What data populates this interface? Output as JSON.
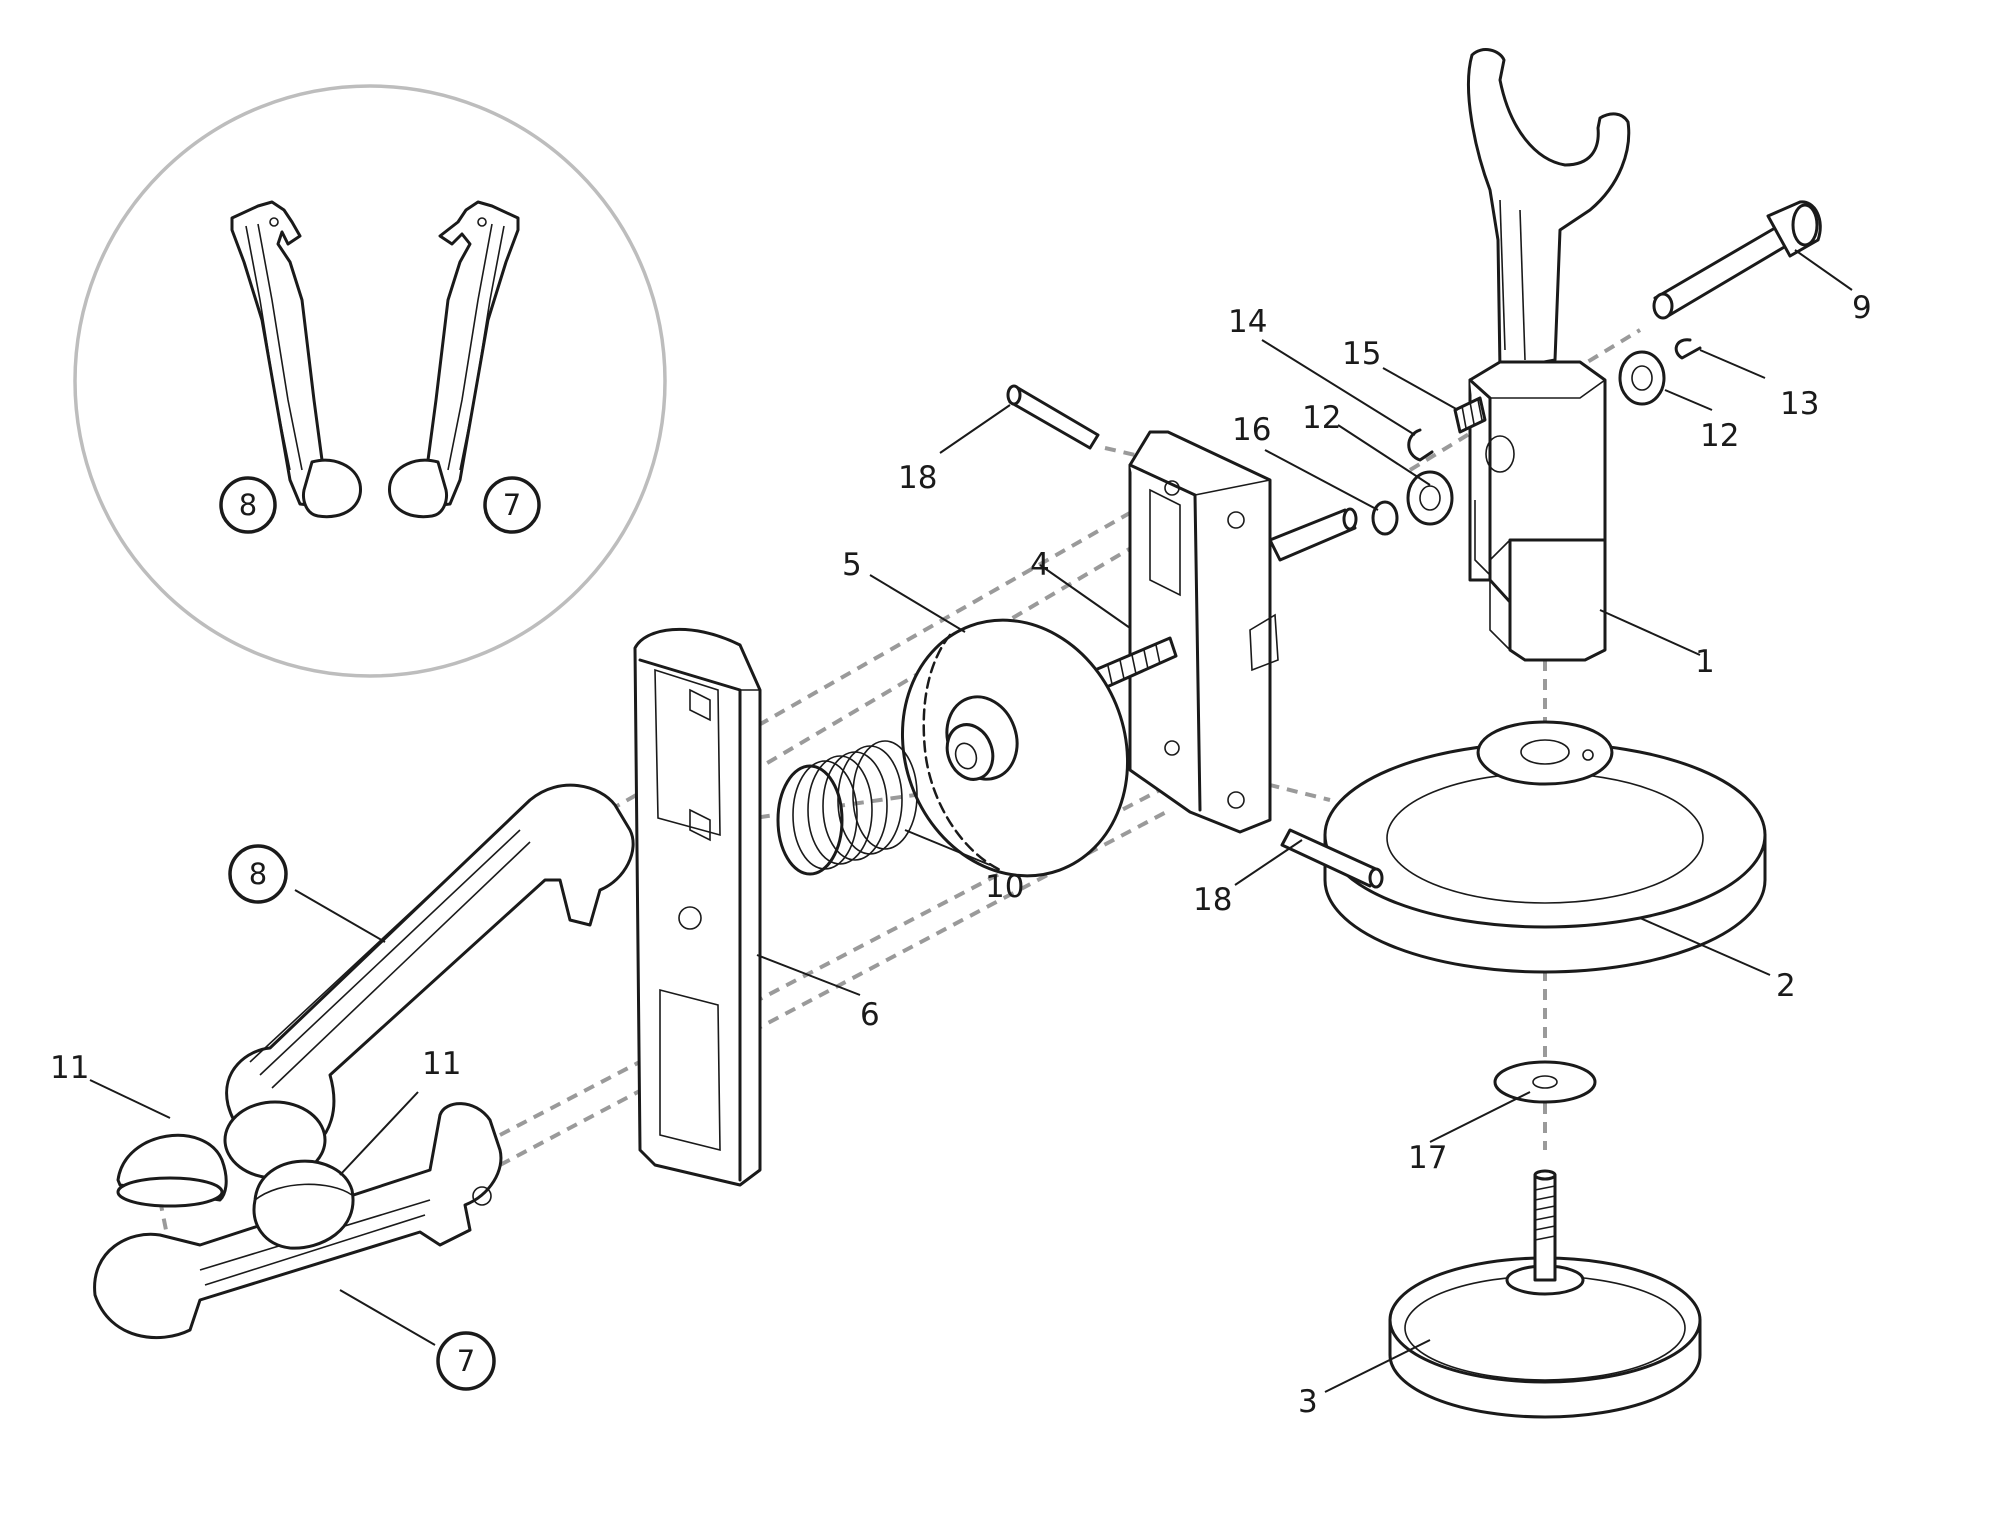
{
  "figure": {
    "inset_labels": [
      "8",
      "7"
    ],
    "callouts": [
      {
        "text": "1"
      },
      {
        "text": "2"
      },
      {
        "text": "3"
      },
      {
        "text": "4"
      },
      {
        "text": "5"
      },
      {
        "text": "6"
      },
      {
        "text": "7"
      },
      {
        "text": "8"
      },
      {
        "text": "9"
      },
      {
        "text": "10"
      },
      {
        "text": "11"
      },
      {
        "text": "11"
      },
      {
        "text": "12"
      },
      {
        "text": "12"
      },
      {
        "text": "13"
      },
      {
        "text": "14"
      },
      {
        "text": "15"
      },
      {
        "text": "16"
      },
      {
        "text": "17"
      },
      {
        "text": "18"
      },
      {
        "text": "18"
      }
    ],
    "circled_callouts": [
      "8",
      "7"
    ],
    "colors": {
      "line": "#1a1a1a",
      "dashes": "#9a9a9a",
      "inset_ring": "#bdbdbd",
      "background": "#ffffff"
    }
  }
}
